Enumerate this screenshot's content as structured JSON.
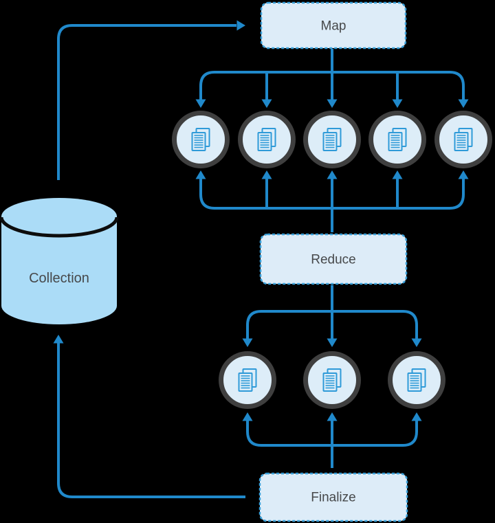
{
  "diagram": {
    "stages": {
      "map": {
        "label": "Map"
      },
      "reduce": {
        "label": "Reduce"
      },
      "finalize": {
        "label": "Finalize"
      }
    },
    "collection": {
      "label": "Collection"
    },
    "map_output_document_count": 5,
    "reduce_output_document_count": 3,
    "icons": {
      "document_circle": "document-icon",
      "database": "database-cylinder-icon"
    },
    "colors": {
      "background": "#000000",
      "arrow": "#2089cb",
      "box_fill": "#ddecf8",
      "box_border": "#38a0da",
      "box_text": "#46484a",
      "circle_ring": "#3f3f3f",
      "circle_fill": "#ddedf8",
      "doc_icon": "#2e9ad8",
      "cylinder_fill": "#abdcf7",
      "cylinder_arc": "#0d0d0d"
    }
  }
}
